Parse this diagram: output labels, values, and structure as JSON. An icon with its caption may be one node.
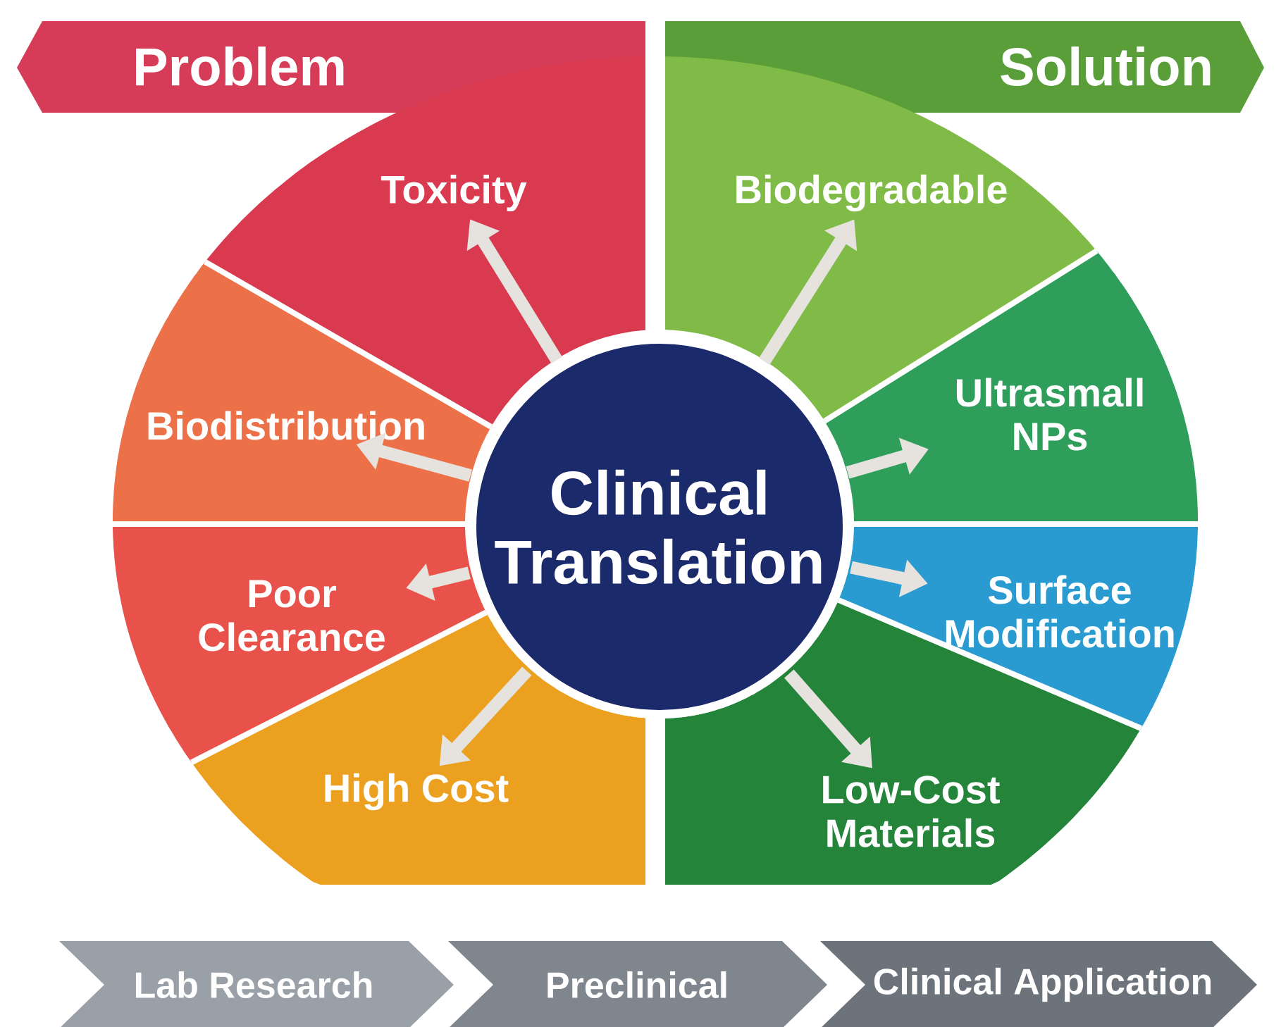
{
  "diagram": {
    "nodes": [
      {
        "text": [
          "Problem"
        ]
      },
      {
        "text": [
          "Solution"
        ]
      },
      {
        "text": [
          "Clinical Translation"
        ]
      },
      {
        "text": [
          "Toxicity"
        ]
      },
      {
        "text": [
          "Biodistribution"
        ]
      },
      {
        "text": [
          "Poor Clearance"
        ]
      },
      {
        "text": [
          "High Cost"
        ]
      },
      {
        "text": [
          "Biodegradable"
        ]
      },
      {
        "text": [
          "Ultrasmall NPs"
        ]
      },
      {
        "text": [
          "Surface Modification"
        ]
      },
      {
        "text": [
          "Low-Cost Materials"
        ]
      },
      {
        "text": [
          "Lab Research"
        ]
      },
      {
        "text": [
          "Preclinical"
        ]
      },
      {
        "text": [
          "Clinical Application"
        ]
      }
    ],
    "edges": [
      {
        "from": 2,
        "to": 3,
        "arrow": "to"
      },
      {
        "from": 2,
        "to": 4,
        "arrow": "to"
      },
      {
        "from": 2,
        "to": 5,
        "arrow": "to"
      },
      {
        "from": 2,
        "to": 6,
        "arrow": "to"
      },
      {
        "from": 2,
        "to": 7,
        "arrow": "to"
      },
      {
        "from": 2,
        "to": 8,
        "arrow": "to"
      },
      {
        "from": 2,
        "to": 9,
        "arrow": "to"
      },
      {
        "from": 2,
        "to": 10,
        "arrow": "to"
      }
    ]
  }
}
